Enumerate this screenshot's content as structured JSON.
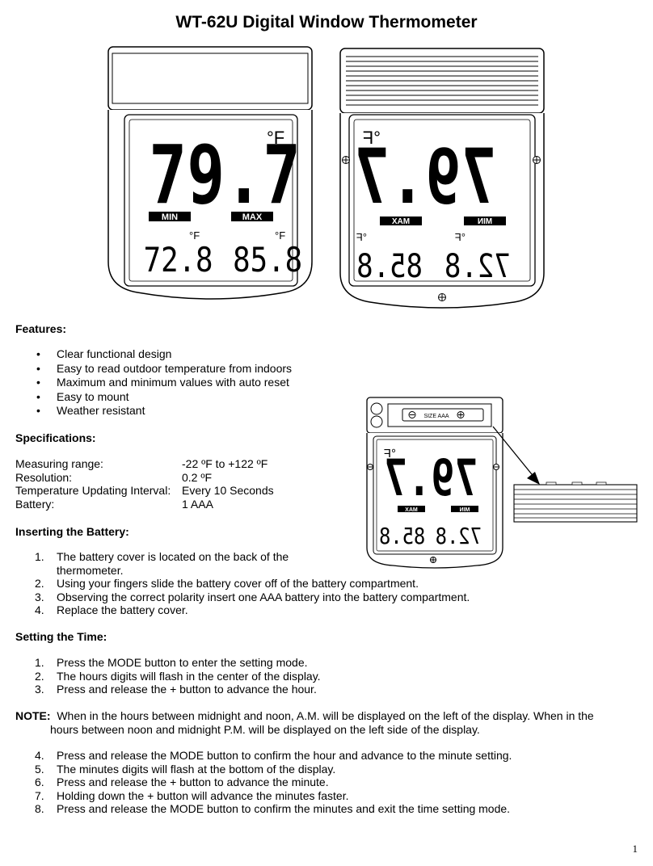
{
  "title": "WT-62U Digital Window Thermometer",
  "front_display": {
    "main_temp": "79.7",
    "unit": "°F",
    "min_label": "MIN",
    "max_label": "MAX",
    "min_value": "72.8",
    "max_value": "85.8"
  },
  "rear_display": {
    "main_temp": "79.7",
    "unit": "°F",
    "min_label": "MIN",
    "max_label": "MAX",
    "min_value": "72.8",
    "max_value": "85.8"
  },
  "battery_compartment": {
    "size_label": "SIZE AAA"
  },
  "features": {
    "heading": "Features:",
    "items": [
      "Clear functional design",
      "Easy to read outdoor temperature from indoors",
      "Maximum and minimum values with auto reset",
      "Easy to mount",
      "Weather resistant"
    ]
  },
  "specifications": {
    "heading": "Specifications:",
    "rows": [
      {
        "label": "Measuring range:",
        "value": "-22 ºF to +122 ºF"
      },
      {
        "label": "Resolution:",
        "value": "0.2 ºF"
      },
      {
        "label": "Temperature Updating Interval:",
        "value": "Every 10 Seconds"
      },
      {
        "label": "Battery:",
        "value": "1 AAA"
      }
    ]
  },
  "inserting_battery": {
    "heading": "Inserting the Battery:",
    "steps": [
      {
        "n": "1.",
        "text": "The battery cover is located on the back of the",
        "cont": "thermometer."
      },
      {
        "n": "2.",
        "text": "Using your fingers slide the battery cover off of the battery compartment."
      },
      {
        "n": "3.",
        "text": "Observing the correct polarity insert one AAA battery into the battery compartment."
      },
      {
        "n": "4.",
        "text": "Replace the battery cover."
      }
    ]
  },
  "setting_time": {
    "heading": "Setting the Time:",
    "steps_a": [
      {
        "n": "1.",
        "text": "Press the MODE button to enter the setting mode."
      },
      {
        "n": "2.",
        "text": "The hours digits will flash in the center of the display."
      },
      {
        "n": "3.",
        "text": "Press and release the + button to advance the hour."
      }
    ],
    "note_label": "NOTE:",
    "note_line1": "When in the hours between midnight and noon, A.M. will be displayed on the left of the display.  When in the",
    "note_line2": "hours between noon and midnight P.M. will be displayed on the left side of the display.",
    "steps_b": [
      {
        "n": "4.",
        "text": "Press and release the MODE button to confirm the hour and advance to the minute setting."
      },
      {
        "n": "5.",
        "text": "The minutes digits will flash at the bottom of the display."
      },
      {
        "n": "6.",
        "text": "Press and release the + button to advance the minute."
      },
      {
        "n": "7.",
        "text": "Holding down the + button will advance the minutes faster."
      },
      {
        "n": "8.",
        "text": "Press and release the MODE button to confirm the minutes and exit the time setting mode."
      }
    ]
  },
  "page_number": "1"
}
